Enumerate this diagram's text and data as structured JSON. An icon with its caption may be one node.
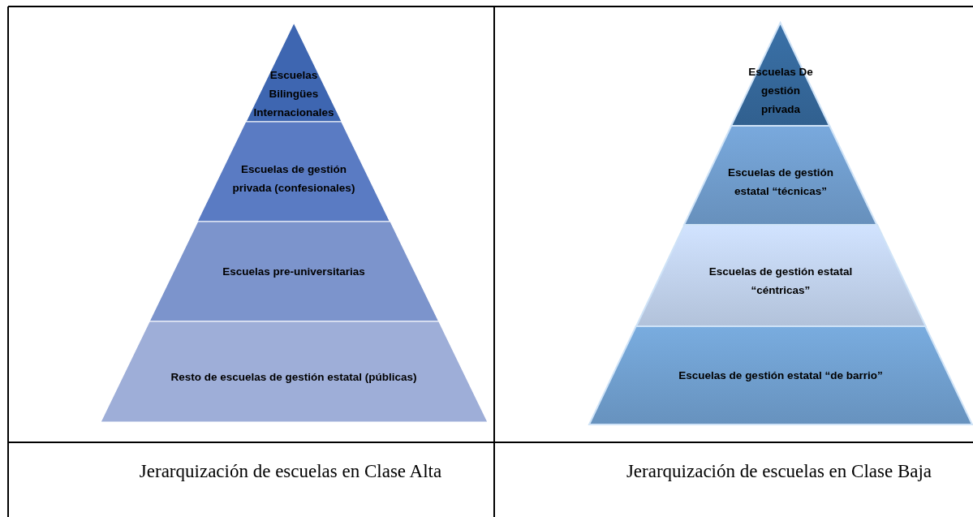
{
  "diagram": {
    "nodes": [
      {
        "text": [
          "Escuelas Bilingües Internacionales"
        ]
      },
      {
        "text": [
          "Escuelas de gestión privada (confesionales)"
        ]
      },
      {
        "text": [
          "Escuelas pre-universitarias"
        ]
      },
      {
        "text": [
          "Resto de escuelas de gestión estatal (públicas)"
        ]
      },
      {
        "text": [
          "Escuelas De gestión privada"
        ]
      },
      {
        "text": [
          "Escuelas de gestión estatal “técnicas”"
        ]
      },
      {
        "text": [
          "Escuelas de gestión estatal “céntricas”"
        ]
      },
      {
        "text": [
          "Escuelas de gestión estatal “de barrio”"
        ]
      }
    ],
    "edges": [],
    "labels": [
      "Jerarquización de escuelas en Clase Alta",
      "Jerarquización de escuelas en Clase Baja"
    ]
  }
}
